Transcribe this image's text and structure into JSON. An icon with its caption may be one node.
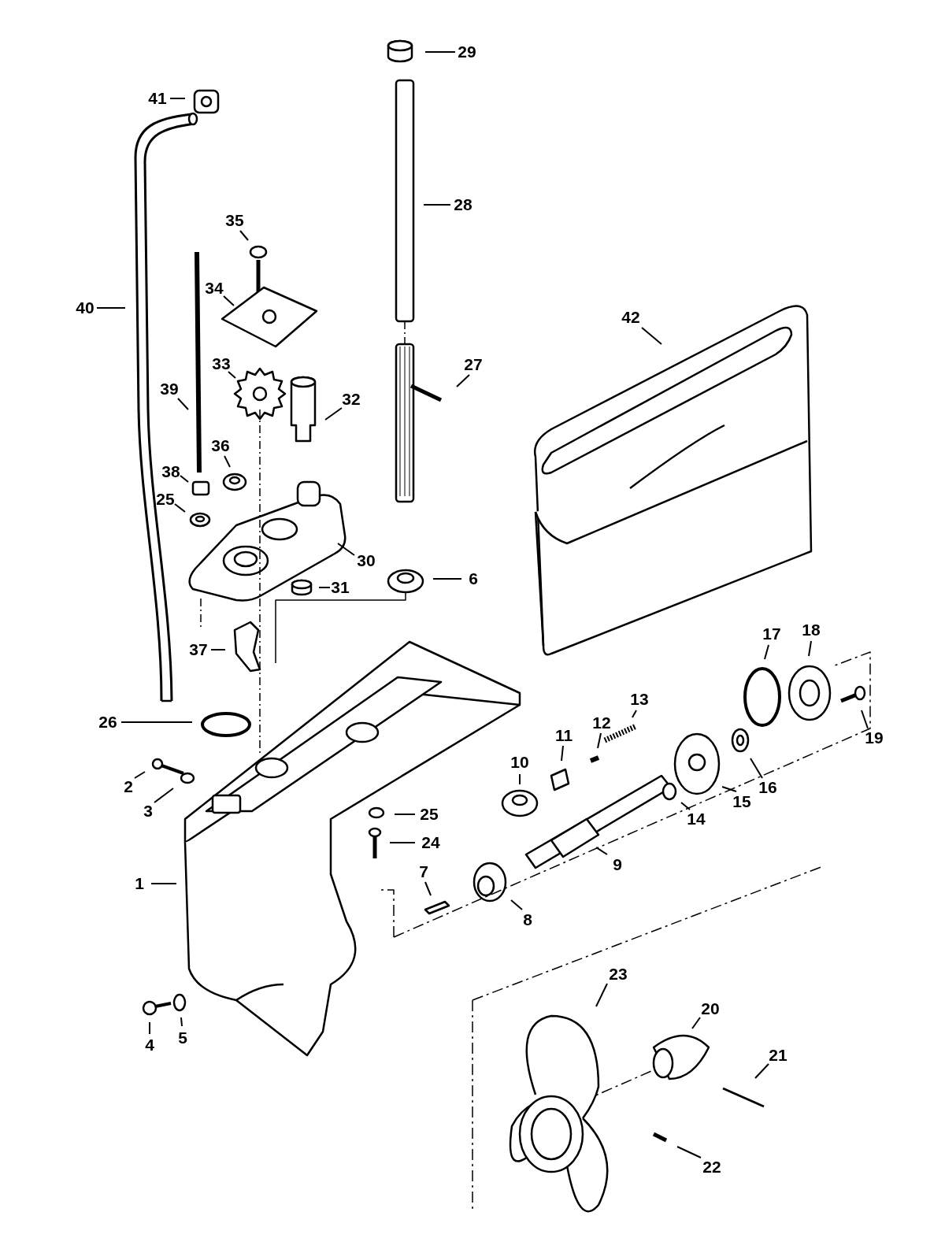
{
  "diagram": {
    "nodes": [
      {
        "text": [
          "29"
        ]
      },
      {
        "text": [
          "41"
        ]
      },
      {
        "text": [
          "28"
        ]
      },
      {
        "text": [
          "35"
        ]
      },
      {
        "text": [
          "34"
        ]
      },
      {
        "text": [
          "40"
        ]
      },
      {
        "text": [
          "42"
        ]
      },
      {
        "text": [
          "33"
        ]
      },
      {
        "text": [
          "27"
        ]
      },
      {
        "text": [
          "39"
        ]
      },
      {
        "text": [
          "32"
        ]
      },
      {
        "text": [
          "36"
        ]
      },
      {
        "text": [
          "38"
        ]
      },
      {
        "text": [
          "25"
        ]
      },
      {
        "text": [
          "30"
        ]
      },
      {
        "text": [
          "6"
        ]
      },
      {
        "text": [
          "31"
        ]
      },
      {
        "text": [
          "18"
        ]
      },
      {
        "text": [
          "17"
        ]
      },
      {
        "text": [
          "37"
        ]
      },
      {
        "text": [
          "13"
        ]
      },
      {
        "text": [
          "26"
        ]
      },
      {
        "text": [
          "12"
        ]
      },
      {
        "text": [
          "19"
        ]
      },
      {
        "text": [
          "11"
        ]
      },
      {
        "text": [
          "16"
        ]
      },
      {
        "text": [
          "2"
        ]
      },
      {
        "text": [
          "10"
        ]
      },
      {
        "text": [
          "15"
        ]
      },
      {
        "text": [
          "3"
        ]
      },
      {
        "text": [
          "25"
        ]
      },
      {
        "text": [
          "14"
        ]
      },
      {
        "text": [
          "24"
        ]
      },
      {
        "text": [
          "9"
        ]
      },
      {
        "text": [
          "7"
        ]
      },
      {
        "text": [
          "1"
        ]
      },
      {
        "text": [
          "8"
        ]
      },
      {
        "text": [
          "23"
        ]
      },
      {
        "text": [
          "20"
        ]
      },
      {
        "text": [
          "21"
        ]
      },
      {
        "text": [
          "4"
        ]
      },
      {
        "text": [
          "5"
        ]
      },
      {
        "text": [
          "22"
        ]
      }
    ],
    "edges": [
      {
        "from": 0,
        "to": null,
        "arrow": "none"
      },
      {
        "from": 1,
        "to": null,
        "arrow": "none"
      },
      {
        "from": 2,
        "to": null,
        "arrow": "none"
      },
      {
        "from": 3,
        "to": null,
        "arrow": "none"
      },
      {
        "from": 4,
        "to": null,
        "arrow": "none"
      },
      {
        "from": 5,
        "to": null,
        "arrow": "none"
      },
      {
        "from": 6,
        "to": null,
        "arrow": "none"
      },
      {
        "from": 7,
        "to": null,
        "arrow": "none"
      },
      {
        "from": 8,
        "to": null,
        "arrow": "none"
      },
      {
        "from": 9,
        "to": null,
        "arrow": "none"
      },
      {
        "from": 10,
        "to": null,
        "arrow": "none"
      },
      {
        "from": 11,
        "to": null,
        "arrow": "none"
      },
      {
        "from": 12,
        "to": null,
        "arrow": "none"
      },
      {
        "from": 13,
        "to": null,
        "arrow": "none"
      },
      {
        "from": 14,
        "to": null,
        "arrow": "none"
      },
      {
        "from": 15,
        "to": null,
        "arrow": "none"
      },
      {
        "from": 16,
        "to": null,
        "arrow": "none"
      },
      {
        "from": 17,
        "to": null,
        "arrow": "none"
      },
      {
        "from": 18,
        "to": null,
        "arrow": "none"
      },
      {
        "from": 19,
        "to": null,
        "arrow": "none"
      },
      {
        "from": 20,
        "to": null,
        "arrow": "none"
      },
      {
        "from": 21,
        "to": null,
        "arrow": "none"
      },
      {
        "from": 22,
        "to": null,
        "arrow": "none"
      },
      {
        "from": 23,
        "to": null,
        "arrow": "none"
      },
      {
        "from": 24,
        "to": null,
        "arrow": "none"
      },
      {
        "from": 25,
        "to": null,
        "arrow": "none"
      },
      {
        "from": 26,
        "to": null,
        "arrow": "none"
      },
      {
        "from": 27,
        "to": null,
        "arrow": "none"
      },
      {
        "from": 28,
        "to": null,
        "arrow": "none"
      },
      {
        "from": 29,
        "to": null,
        "arrow": "none"
      },
      {
        "from": 30,
        "to": null,
        "arrow": "none"
      },
      {
        "from": 31,
        "to": null,
        "arrow": "none"
      },
      {
        "from": 32,
        "to": null,
        "arrow": "none"
      },
      {
        "from": 33,
        "to": null,
        "arrow": "none"
      },
      {
        "from": 34,
        "to": null,
        "arrow": "none"
      },
      {
        "from": 35,
        "to": null,
        "arrow": "none"
      },
      {
        "from": 36,
        "to": null,
        "arrow": "none"
      },
      {
        "from": 37,
        "to": null,
        "arrow": "none"
      },
      {
        "from": 38,
        "to": null,
        "arrow": "none"
      },
      {
        "from": 39,
        "to": null,
        "arrow": "none"
      },
      {
        "from": 40,
        "to": null,
        "arrow": "none"
      },
      {
        "from": 41,
        "to": null,
        "arrow": "none"
      },
      {
        "from": 42,
        "to": null,
        "arrow": "none"
      }
    ]
  }
}
